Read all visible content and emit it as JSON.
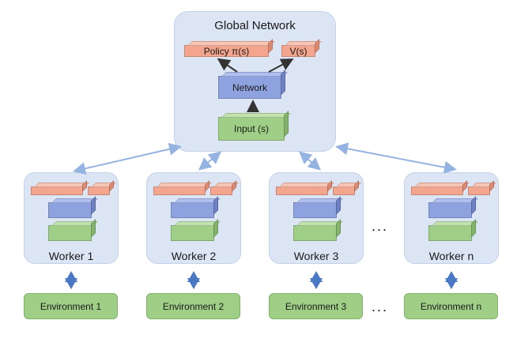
{
  "global": {
    "title": "Global Network",
    "policy": "Policy π(s)",
    "value": "V(s)",
    "network": "Network",
    "input": "Input (s)"
  },
  "workers": [
    {
      "label": "Worker 1",
      "env": "Environment 1"
    },
    {
      "label": "Worker 2",
      "env": "Environment 2"
    },
    {
      "label": "Worker 3",
      "env": "Environment 3"
    },
    {
      "label": "Worker n",
      "env": "Environment n"
    }
  ],
  "ellipsis": "...",
  "colors": {
    "panel": "#dbe5f4",
    "policy_block": "#f4a58e",
    "network_block": "#8fa2e0",
    "input_block": "#9fcf86",
    "environment": "#9fcf86",
    "sync_arrow": "#94b3e0",
    "interaction_arrow": "#4a78c4",
    "flow_arrow": "#333333"
  }
}
